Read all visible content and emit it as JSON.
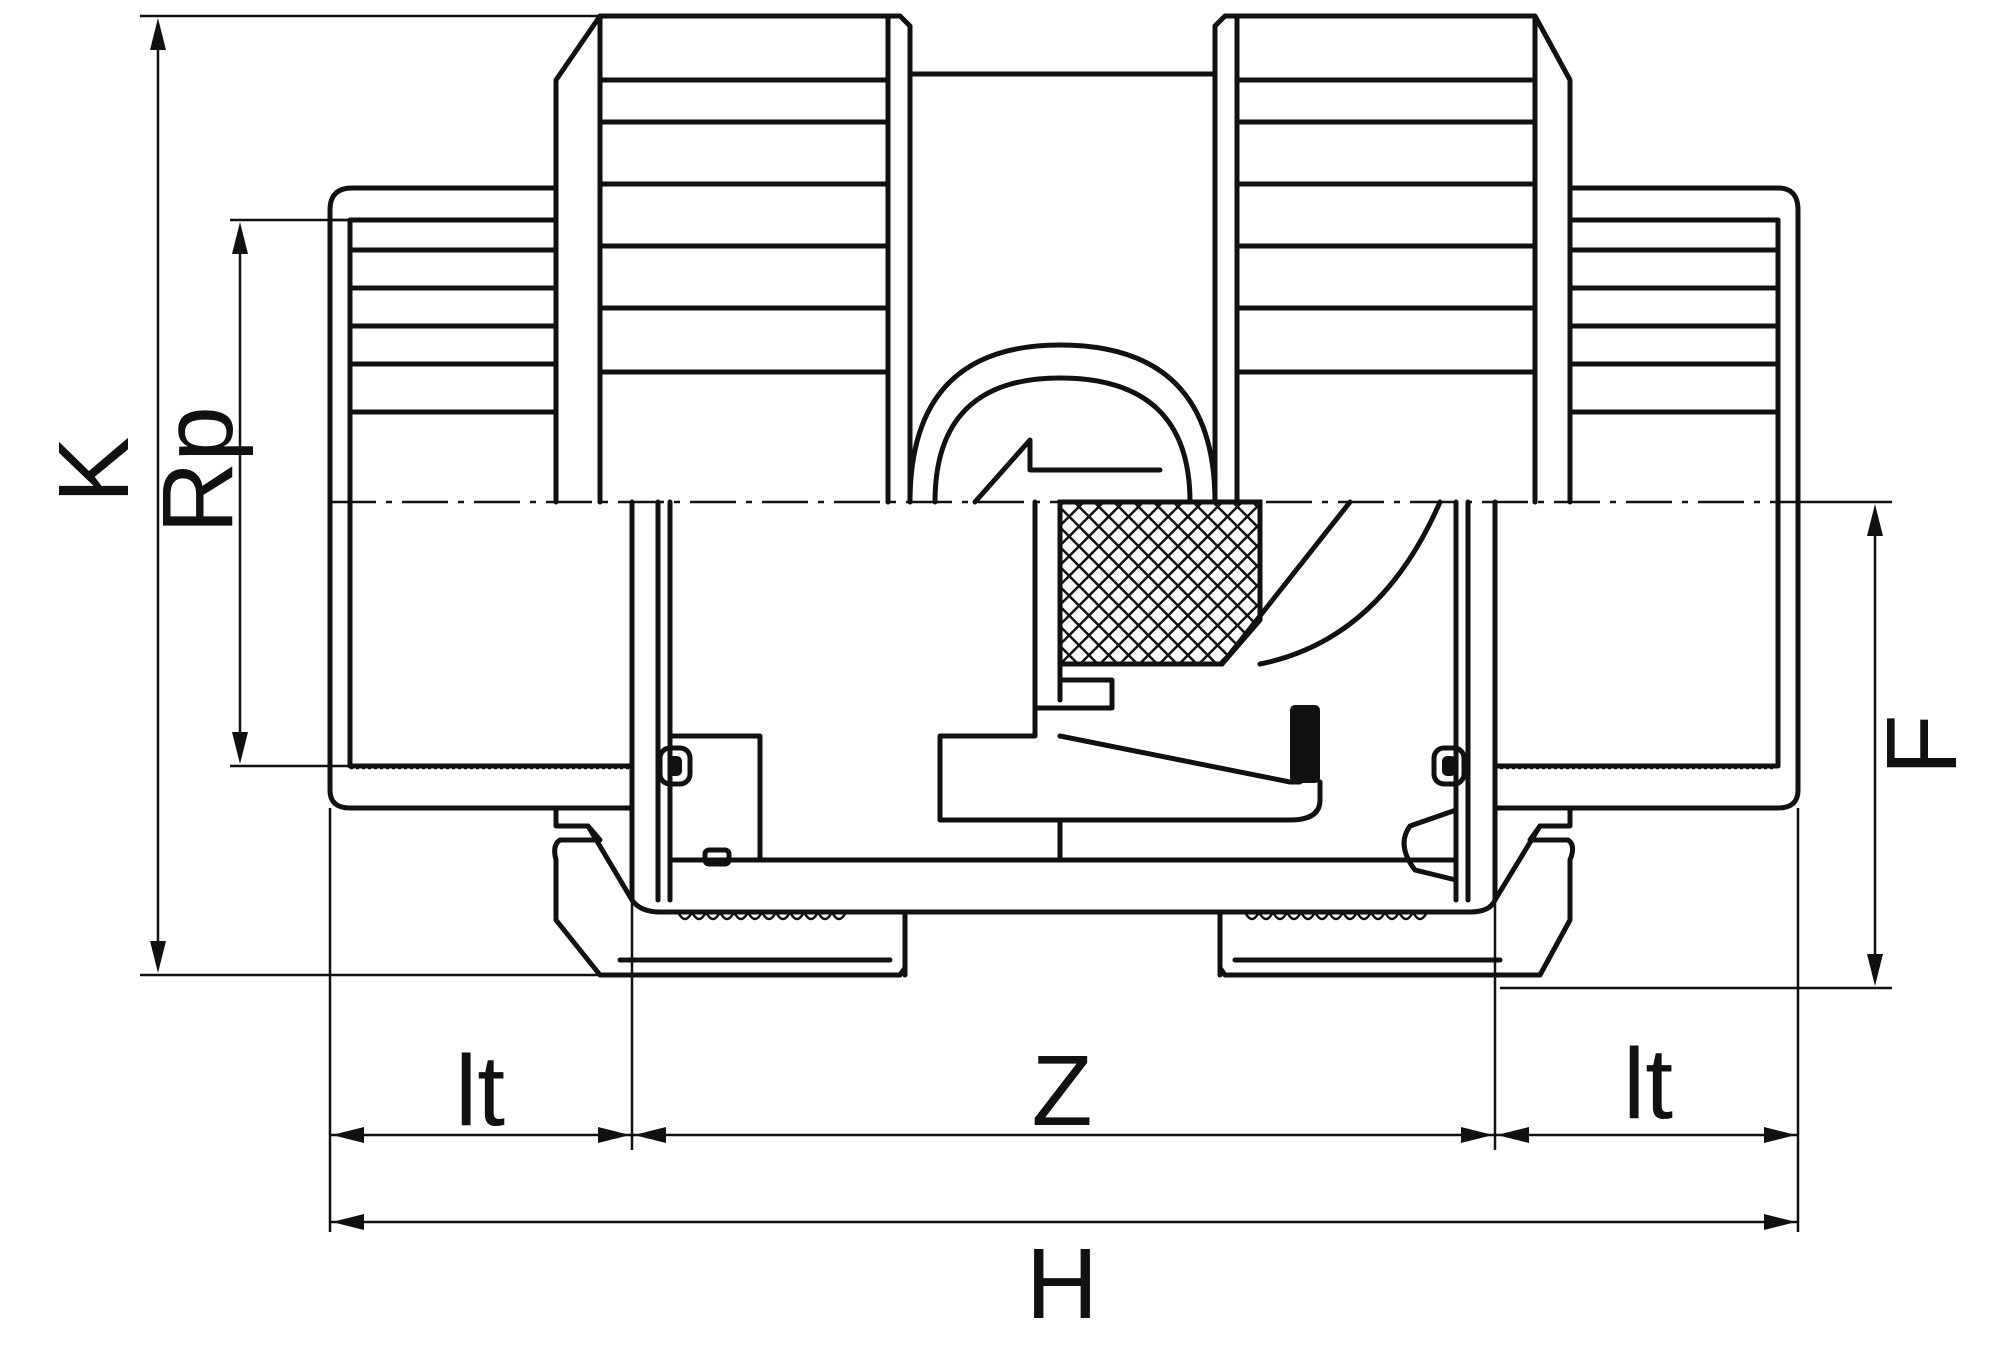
{
  "diagram": {
    "labels": {
      "k": "K",
      "rp": "Rp",
      "f": "F",
      "lt_left": "lt",
      "z": "Z",
      "lt_right": "lt",
      "h": "H"
    },
    "colors": {
      "line": "#111111",
      "background": "#ffffff"
    }
  }
}
